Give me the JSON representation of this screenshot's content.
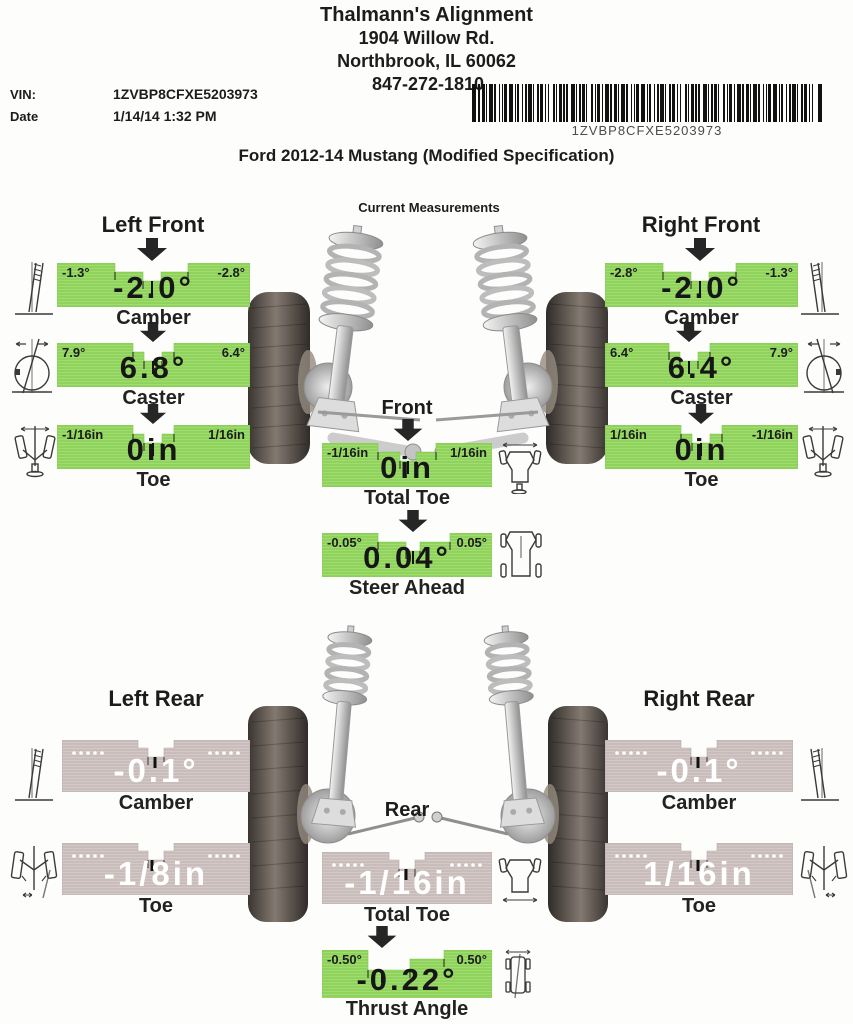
{
  "header": {
    "business": "Thalmann's Alignment",
    "address": "1904 Willow Rd.",
    "city": "Northbrook, IL 60062",
    "phone": "847-272-1810",
    "vin_label": "VIN:",
    "vin": "1ZVBP8CFXE5203973",
    "date_label": "Date",
    "date": "1/14/14 1:32 PM",
    "barcode_text": "1ZVBP8CFXE5203973"
  },
  "vehicle_title": "Ford 2012-14 Mustang (Modified Specification)",
  "measurements_label": "Current Measurements",
  "front": {
    "left": {
      "title": "Left Front",
      "camber": {
        "min": "-1.3°",
        "max": "-2.8°",
        "value": "-2.0°",
        "label": "Camber"
      },
      "caster": {
        "min": "7.9°",
        "max": "6.4°",
        "value": "6.8°",
        "label": "Caster"
      },
      "toe": {
        "min": "-1/16in",
        "max": "1/16in",
        "value": "0in",
        "label": "Toe"
      }
    },
    "right": {
      "title": "Right Front",
      "camber": {
        "min": "-2.8°",
        "max": "-1.3°",
        "value": "-2.0°",
        "label": "Camber"
      },
      "caster": {
        "min": "6.4°",
        "max": "7.9°",
        "value": "6.4°",
        "label": "Caster"
      },
      "toe": {
        "min": "1/16in",
        "max": "-1/16in",
        "value": "0in",
        "label": "Toe"
      }
    },
    "center": {
      "label": "Front",
      "total_toe": {
        "min": "-1/16in",
        "max": "1/16in",
        "value": "0in",
        "label": "Total Toe"
      },
      "steer_ahead": {
        "min": "-0.05°",
        "max": "0.05°",
        "value": "0.04°",
        "label": "Steer Ahead"
      }
    }
  },
  "rear": {
    "left": {
      "title": "Left Rear",
      "camber": {
        "value": "-0.1°",
        "label": "Camber"
      },
      "toe": {
        "value": "-1/8in",
        "label": "Toe"
      }
    },
    "right": {
      "title": "Right Rear",
      "camber": {
        "value": "-0.1°",
        "label": "Camber"
      },
      "toe": {
        "value": "1/16in",
        "label": "Toe"
      }
    },
    "center": {
      "label": "Rear",
      "total_toe": {
        "value": "-1/16in",
        "label": "Total Toe"
      },
      "thrust_angle": {
        "min": "-0.50°",
        "max": "0.50°",
        "value": "-0.22°",
        "label": "Thrust Angle"
      }
    }
  },
  "colors": {
    "in_spec_green": "#8fd35c",
    "no_spec_gray": "#c9bdbb",
    "value_text_front": "#161616",
    "value_text_rear": "#ffffff",
    "arrow_black": "#262626"
  },
  "icons": {
    "camber": "tilted-wheel-side-view",
    "caster": "wheel-circle-with-axis",
    "toe": "wheels-top-view",
    "total_toe": "vehicle-top-view",
    "steer_ahead": "vehicle-top-view",
    "thrust_angle": "vehicle-top-view-angled",
    "arrow": "down-arrow",
    "barcode": "code39-barcode"
  }
}
